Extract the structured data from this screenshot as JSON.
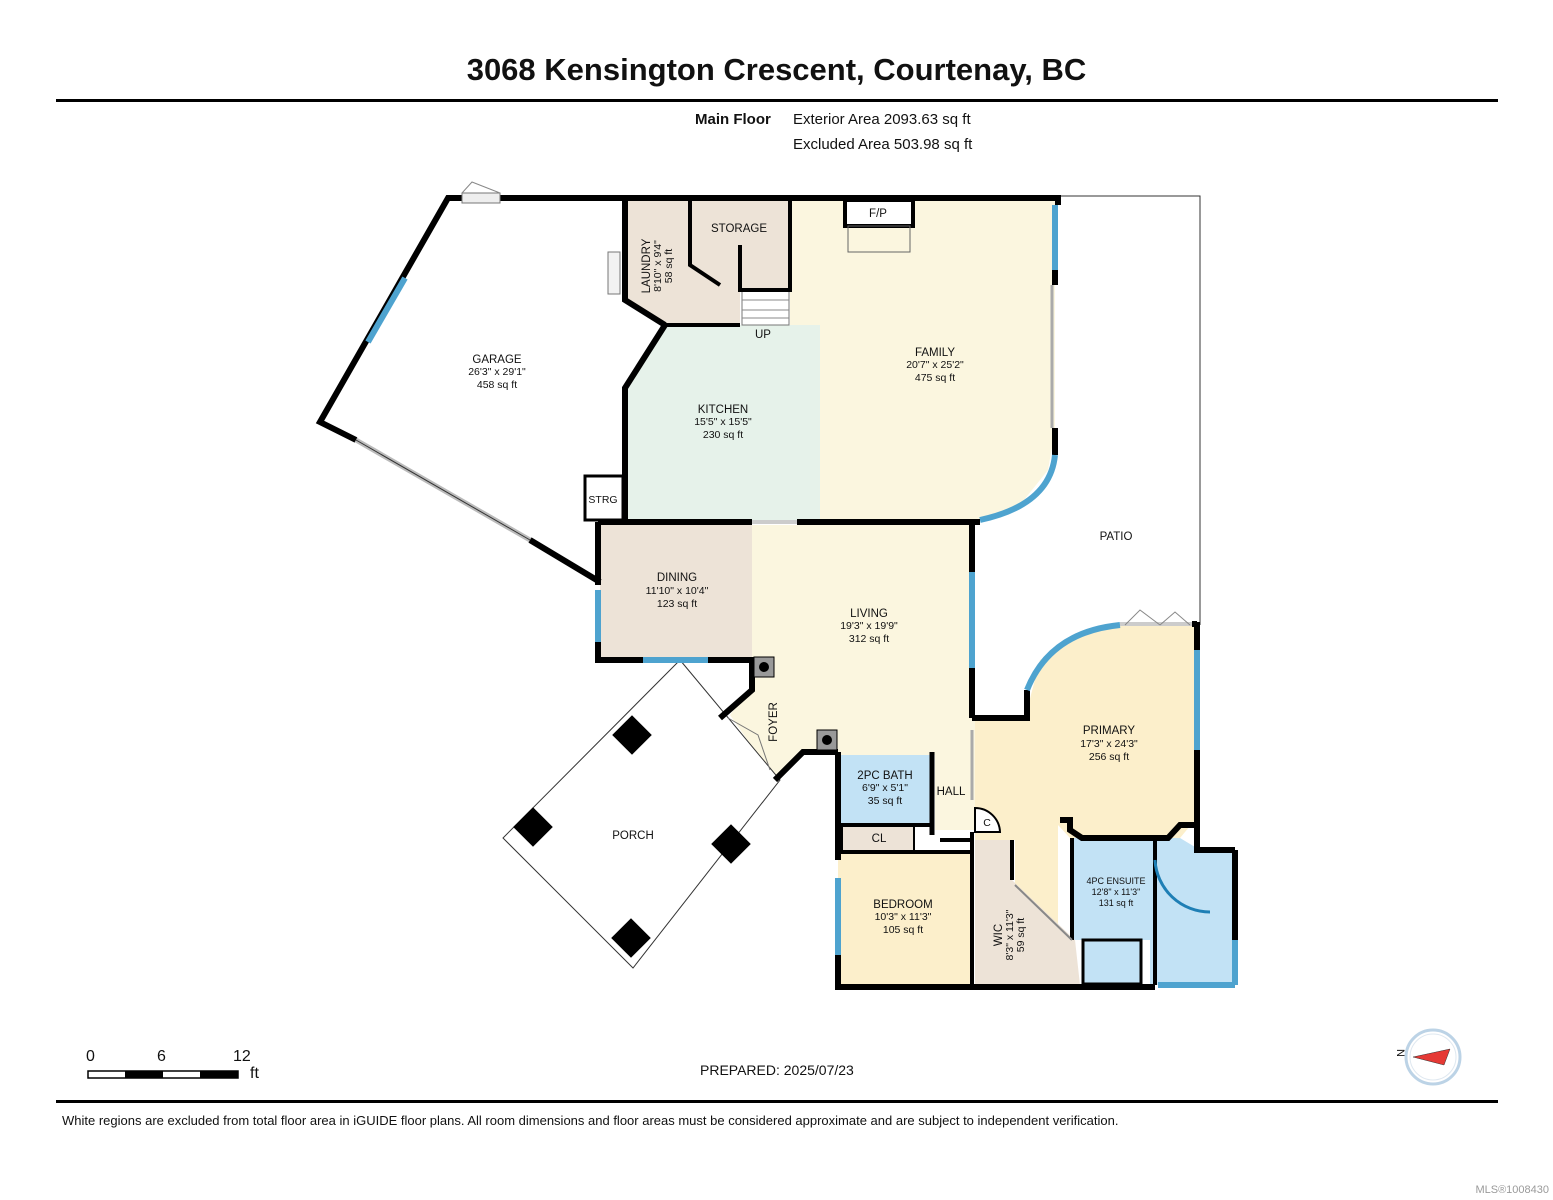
{
  "title": "3068 Kensington Crescent, Courtenay, BC",
  "floor": {
    "name": "Main Floor",
    "exterior_area": "Exterior Area 2093.63 sq ft",
    "excluded_area": "Excluded Area 503.98 sq ft"
  },
  "rooms": {
    "garage": {
      "name": "GARAGE",
      "dims": "26'3\" x 29'1\"",
      "area": "458 sq ft"
    },
    "laundry": {
      "name": "LAUNDRY",
      "dims": "8'10\" x 9'4\"",
      "area": "58 sq ft"
    },
    "storage": {
      "name": "STORAGE"
    },
    "fp": {
      "name": "F/P"
    },
    "up": {
      "name": "UP"
    },
    "family": {
      "name": "FAMILY",
      "dims": "20'7\" x 25'2\"",
      "area": "475 sq ft"
    },
    "kitchen": {
      "name": "KITCHEN",
      "dims": "15'5\" x 15'5\"",
      "area": "230 sq ft"
    },
    "strg": {
      "name": "STRG"
    },
    "patio": {
      "name": "PATIO"
    },
    "dining": {
      "name": "DINING",
      "dims": "11'10\" x 10'4\"",
      "area": "123 sq ft"
    },
    "living": {
      "name": "LIVING",
      "dims": "19'3\" x 19'9\"",
      "area": "312 sq ft"
    },
    "primary": {
      "name": "PRIMARY",
      "dims": "17'3\" x 24'3\"",
      "area": "256 sq ft"
    },
    "foyer": {
      "name": "FOYER"
    },
    "bath2pc": {
      "name": "2PC BATH",
      "dims": "6'9\" x 5'1\"",
      "area": "35 sq ft"
    },
    "hall": {
      "name": "HALL"
    },
    "closet_c": {
      "name": "C"
    },
    "cl": {
      "name": "CL"
    },
    "porch": {
      "name": "PORCH"
    },
    "ensuite": {
      "name": "4PC ENSUITE",
      "dims": "12'8\" x 11'3\"",
      "area": "131 sq ft"
    },
    "bedroom": {
      "name": "BEDROOM",
      "dims": "10'3\" x 11'3\"",
      "area": "105 sq ft"
    },
    "wic": {
      "name": "WIC",
      "dims": "8'3\" x 11'3\"",
      "area": "59 sq ft"
    }
  },
  "scale": {
    "labels": [
      "0",
      "6",
      "12"
    ],
    "unit": "ft"
  },
  "compass": {
    "label": "N"
  },
  "prepared": "PREPARED: 2025/07/23",
  "disclaimer": "White regions are excluded from total floor area in iGUIDE floor plans. All room dimensions and floor areas must be considered approximate and are subject to independent verification.",
  "mls": "MLS®1008430",
  "colors": {
    "family_living": "#fbf6df",
    "kitchen": "#e6f2ea",
    "dining_laundry_storage": "#ede3d7",
    "bath_ensuite": "#c2e2f5",
    "bedroom_primary": "#fcefcb",
    "window": "#4ea3cf",
    "wall": "#000000"
  }
}
